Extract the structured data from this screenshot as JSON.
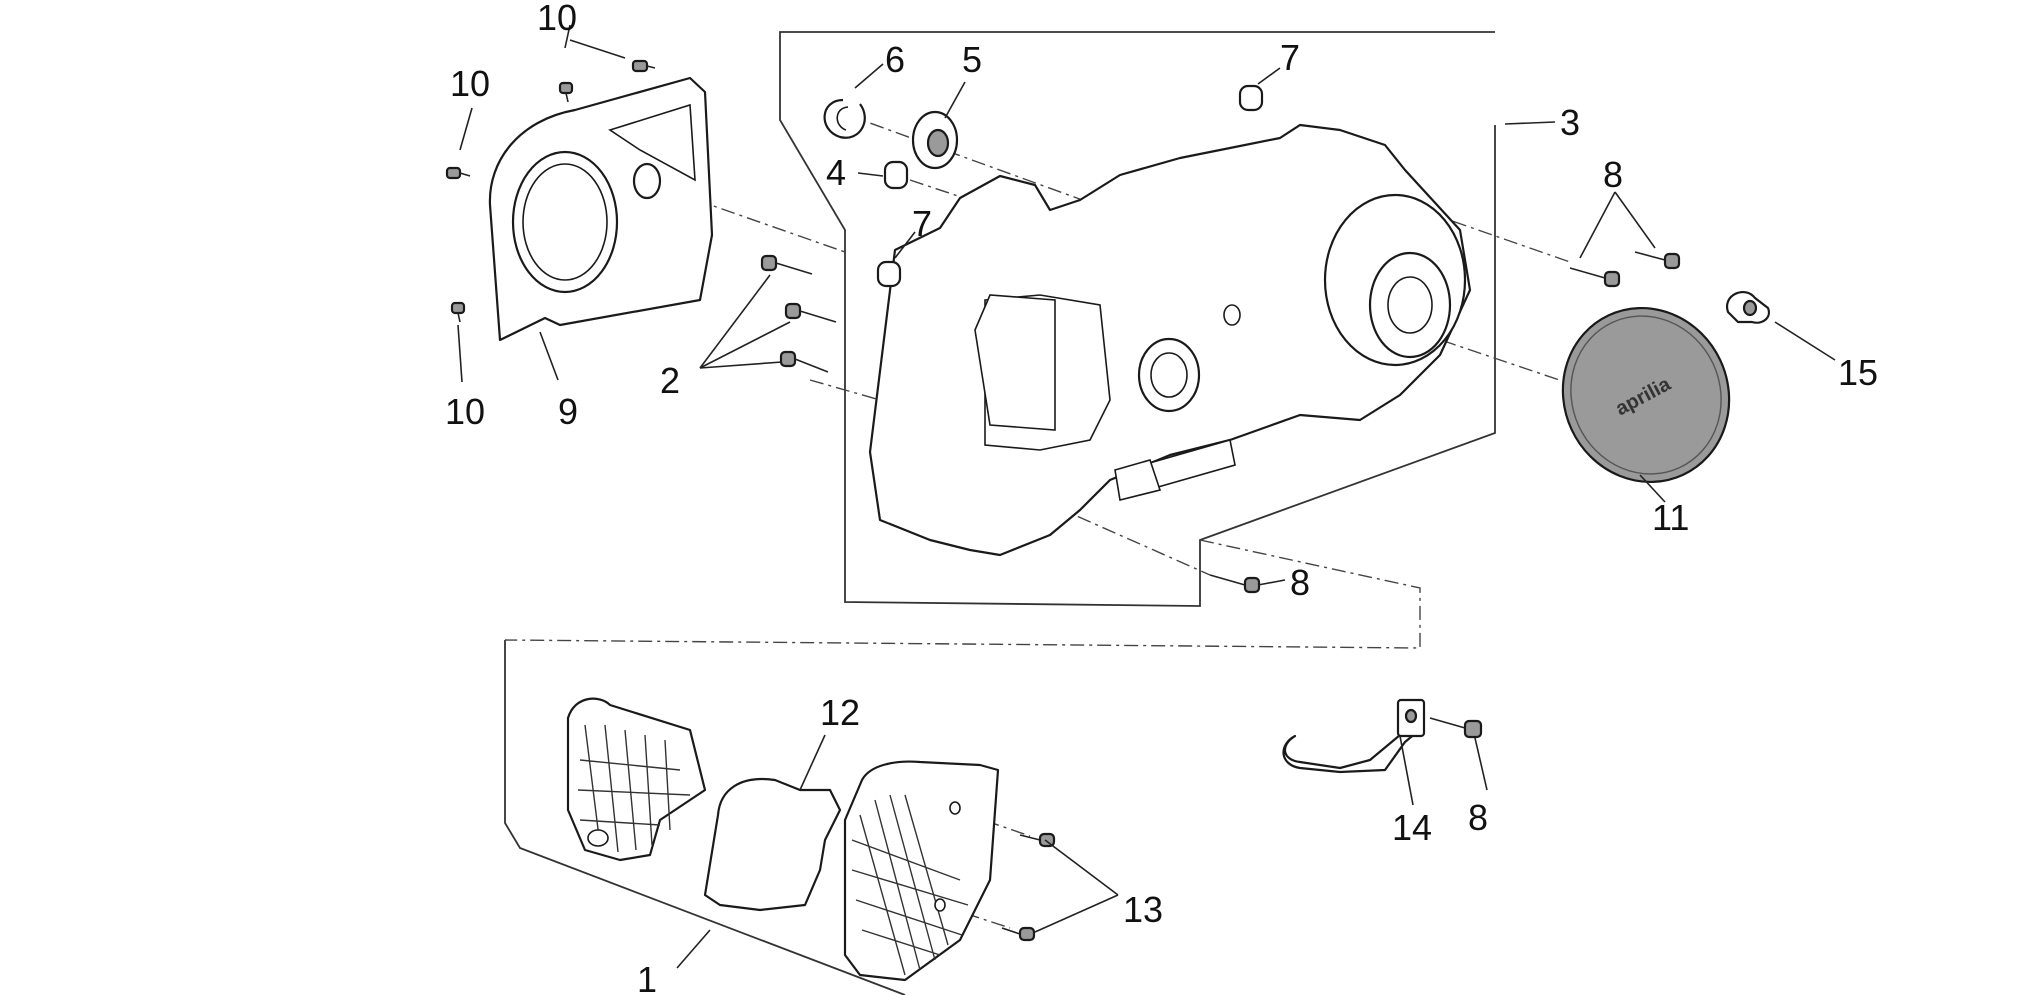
{
  "callouts": {
    "c1": "1",
    "c2": "2",
    "c3": "3",
    "c4": "4",
    "c5": "5",
    "c6": "6",
    "c7a": "7",
    "c7b": "7",
    "c8a": "8",
    "c8b": "8",
    "c8c": "8",
    "c9": "9",
    "c10a": "10",
    "c10b": "10",
    "c10c": "10",
    "c11": "11",
    "c12": "12",
    "c13": "13",
    "c14": "14",
    "c15": "15"
  },
  "logo_text": "aprilia"
}
